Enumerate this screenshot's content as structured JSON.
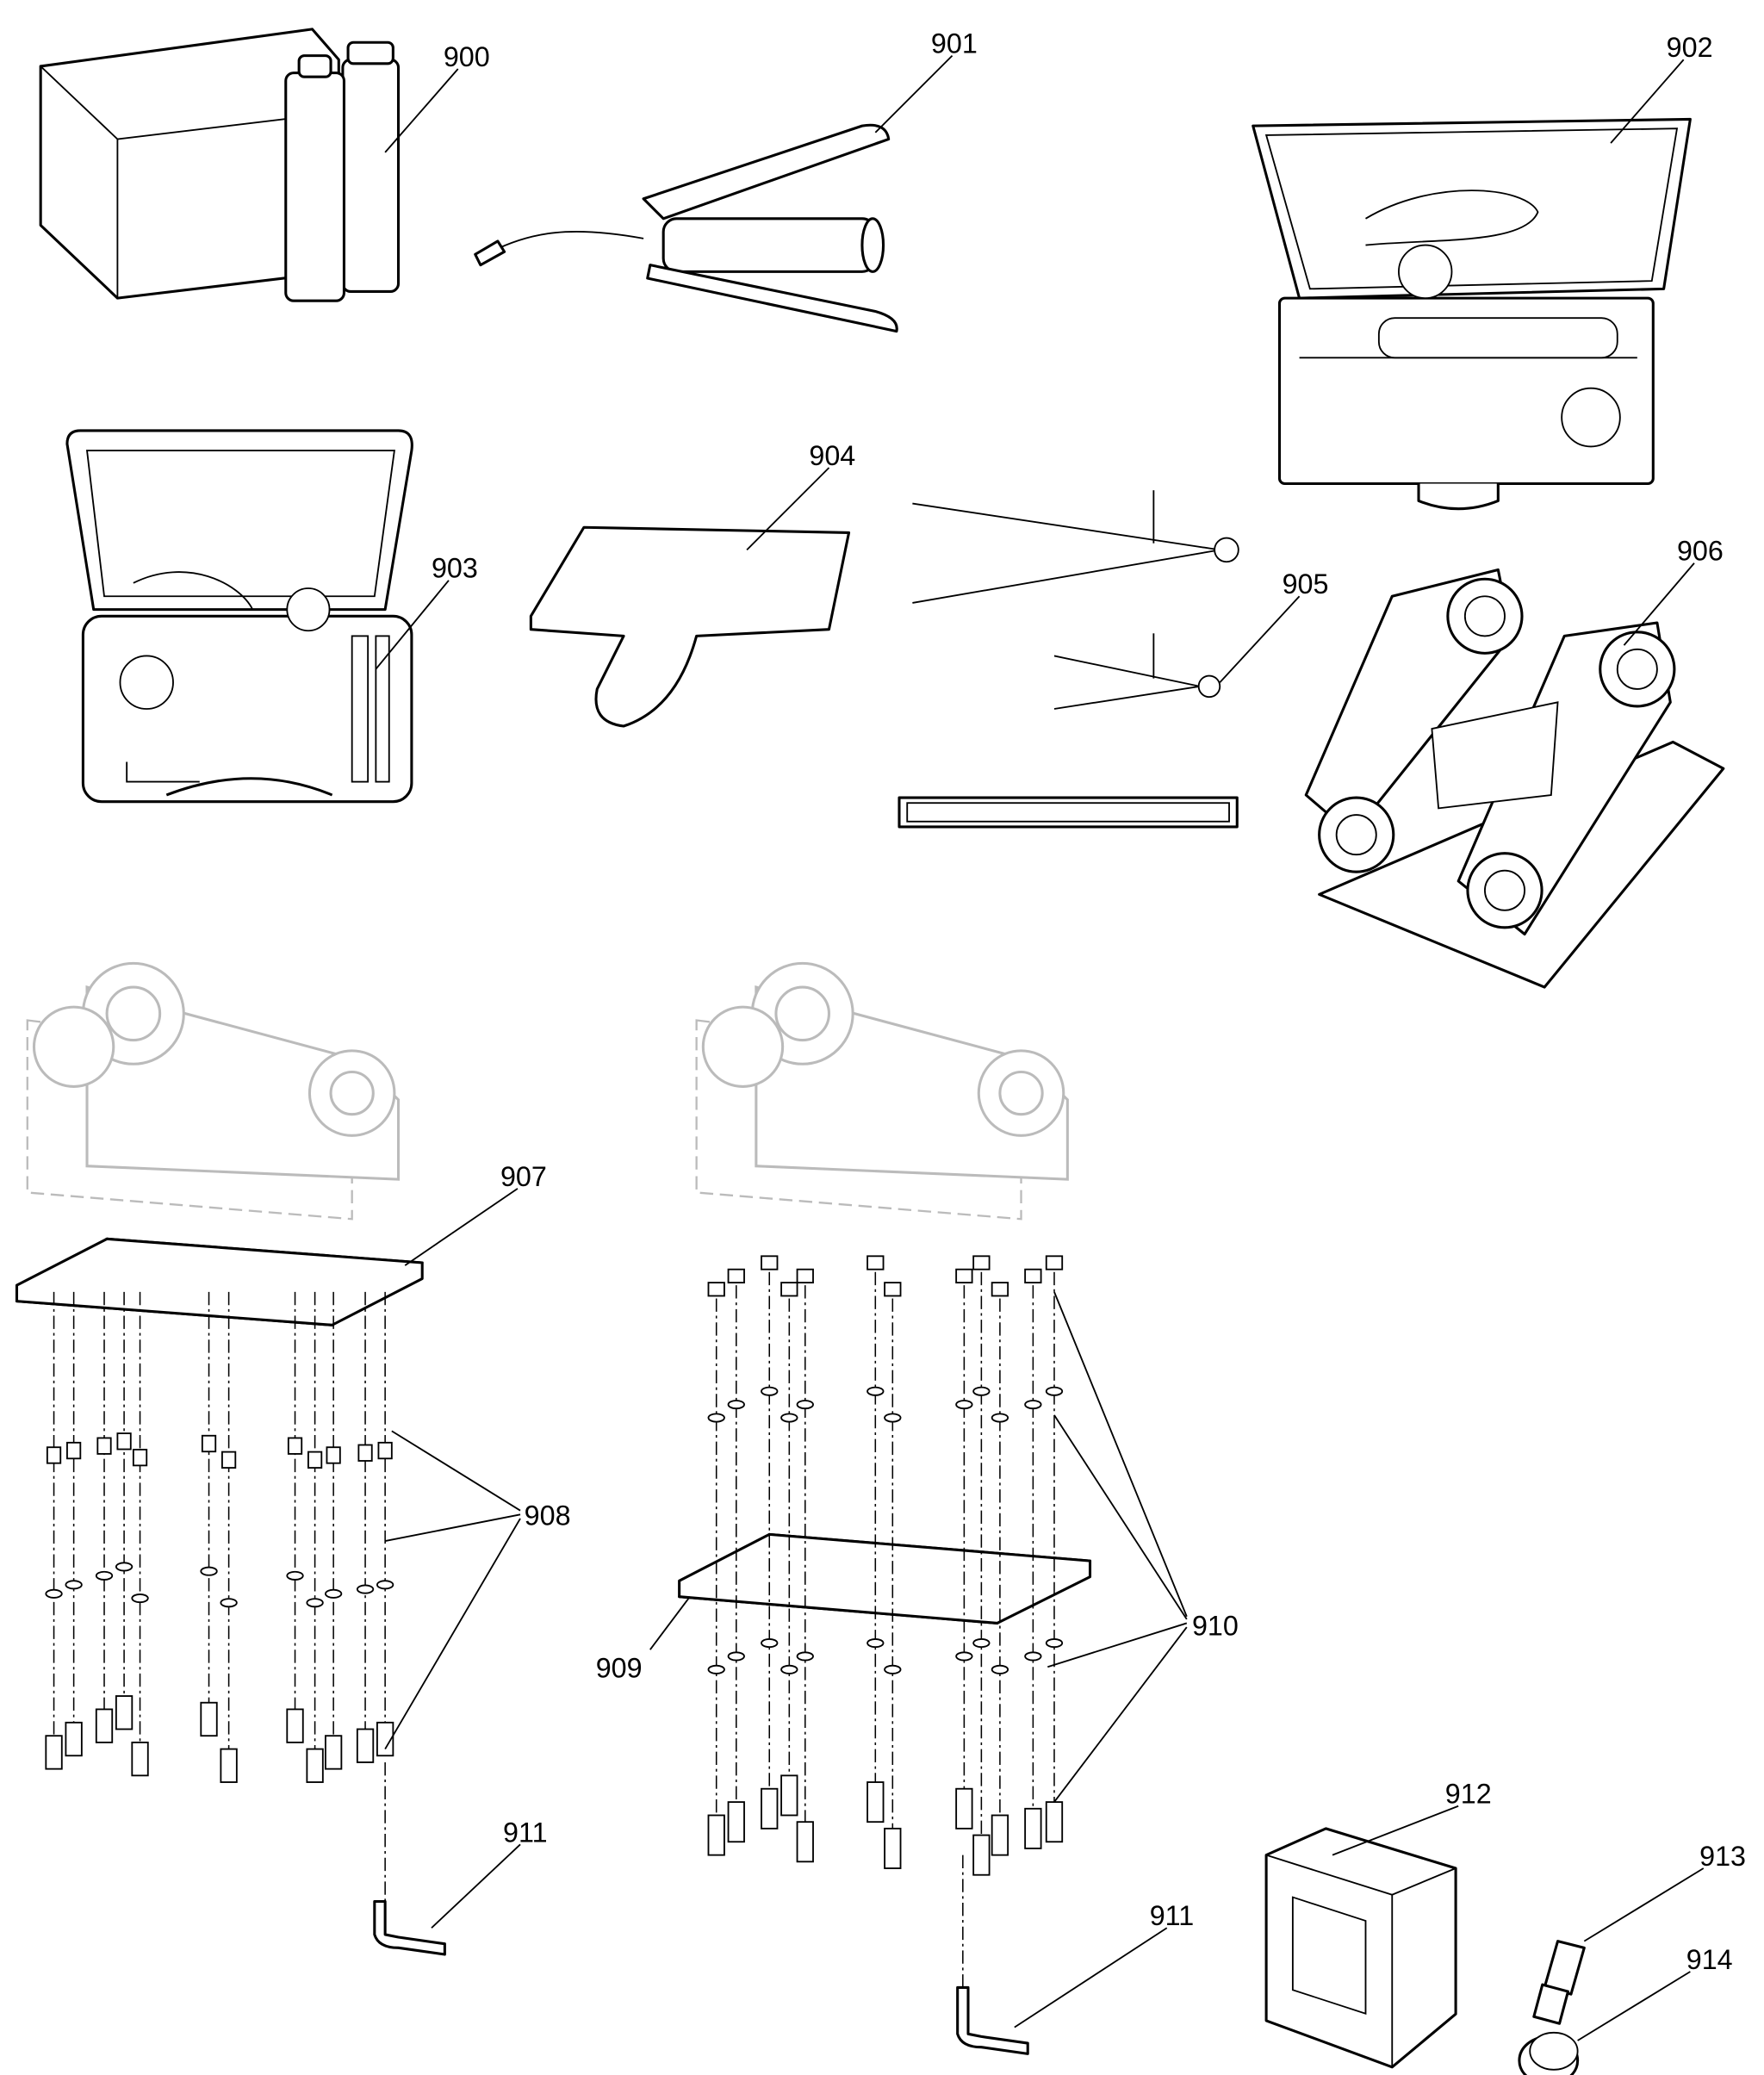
{
  "diagram": {
    "labels": {
      "l900": "900",
      "l901": "901",
      "l902": "902",
      "l903": "903",
      "l904": "904",
      "l905": "905",
      "l906": "906",
      "l907": "907",
      "l908": "908",
      "l909": "909",
      "l910": "910",
      "l911a": "911",
      "l911b": "911",
      "l912": "912",
      "l913": "913",
      "l914": "914"
    }
  }
}
